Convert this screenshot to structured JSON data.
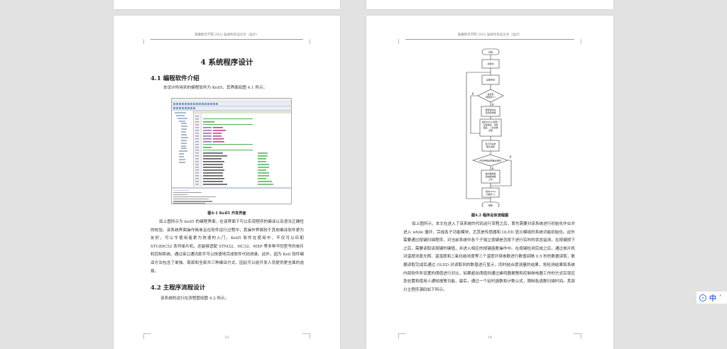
{
  "viewer": {
    "background": "#e2e2e2"
  },
  "header_text": "安徽新华学院 2022 届本科毕业论文（设计）",
  "left_page": {
    "chapter_title": "4  系统程序设计",
    "section_1": "4.1  编程软件介绍",
    "intro": "本设计所用到的编程软件为 Keil5，其界面如图 4.1 所示。",
    "figure_caption": "图4-1 Keil5 开发界面",
    "paragraph_1": "如上图所示为 keil5 的编程界面，在该界面下可以实现程序的编译以及语法正确性的校验。该系统界面操作简单且在软件运行过程中，其操作界面较于其他编译软件更为友好，可以令使用者更为快速的入门。Keil5 软件在使用中，不仅可以匹配 STC89C52 系列单片机，还能够适配 STM32、HC32、MXP 等多种不同型号的单片机控制系统。通过串口通讯助手可以快速地完成软件代码烧录。此外，因为 Keil 软件编译方法包含了单独、局部和全部共三种编译方式，因此可以给开发人员提供更全面的选择。",
    "section_2": "4.2  主程序流程设计",
    "intro_2": "该系统的运行在流程图如图 4.2 所示。",
    "page_number": "13"
  },
  "right_page": {
    "flowchart": {
      "start": "开始",
      "init": "初始化",
      "read_sensor": "读取传感",
      "key_question": "是否有按键按下?",
      "key_yes": "是",
      "key_no": "否",
      "key_action": "按键修改设定阈值参数",
      "collect": "采集500ms获取一次温湿度、光照强度、二氧化碳浓度",
      "display": "显示环境参数及阈值",
      "exceed_question": "环境参数是否超出阈值?",
      "exceed_yes": "是",
      "exceed_no": "否",
      "alarm": "蜂鸣器报警控制继电器工作",
      "delay": "延时10ms计数值+1",
      "end": "结束"
    },
    "figure_caption": "图4.2  程序总体流程图",
    "paragraph_1": "如上图所示，本文在进入了该系统的代码运行流程之后，首先需要对该系统进行初始化作业并进入 while 循环，完成各子功能模块，尤其是传感器和 OLED 显示模组的系统功能初始化。此外需要通过按键扫描程序，对当前系统中各个子独立按键是否按下进行实时的状态监测，在按键按下之后，需要读取该按键的键值，并进入相应的按键函数操作中。在按键检测完成之后，通过单片机对温度浓度光照、温湿度和二氧化碳浓度等三个温室环境参数进行数值间隔 0.5 秒的数据读取，数据读取完成后通过 OLED 对读取到的数值进行显示，同时结合度测量的结果，将检测结果和系统内部软件所设置的阈值进行对比，如果超出阈值则通过蜂鸣器报警和控制继电器工作的方式实现应急处置和使用人通知报警功能，最后，通过一个延时函数和计数公式，限制各函数扫描时间。其部分主程序源码如下所示。",
    "page_number": "14"
  },
  "floating_widget": {
    "icon": "translate-icon",
    "language": "中",
    "extra": "'"
  }
}
